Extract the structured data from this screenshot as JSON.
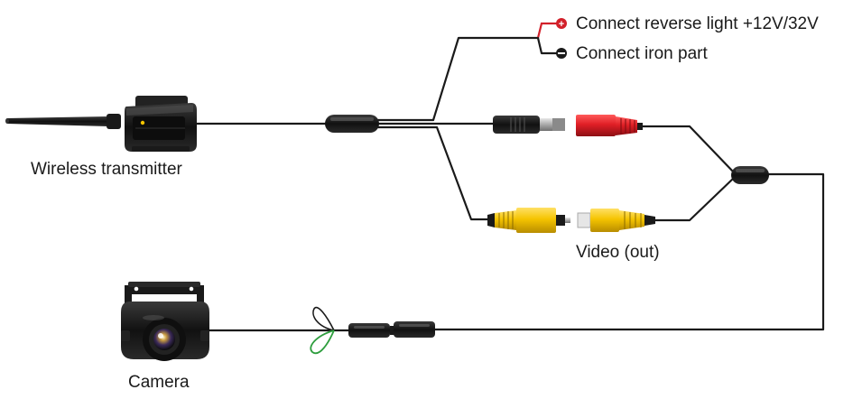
{
  "labels": {
    "reverse_light": "Connect reverse light +12V/32V",
    "iron_part": "Connect iron part",
    "transmitter": "Wireless transmitter",
    "video_out": "Video (out)",
    "camera": "Camera"
  },
  "terminals": {
    "positive_symbol": "+",
    "negative_symbol": "−"
  },
  "colors": {
    "wire": "#1a1a1a",
    "positive_wire": "#d2202a",
    "power_plug": "#e01f26",
    "video_plug": "#f5c400",
    "ground_wire_green": "#2e9e3e"
  },
  "icons": {
    "transmitter": "wireless-transmitter-icon",
    "antenna": "antenna-icon",
    "camera": "camera-icon",
    "rca_plug": "rca-plug-icon",
    "power_connector": "power-connector-icon"
  }
}
